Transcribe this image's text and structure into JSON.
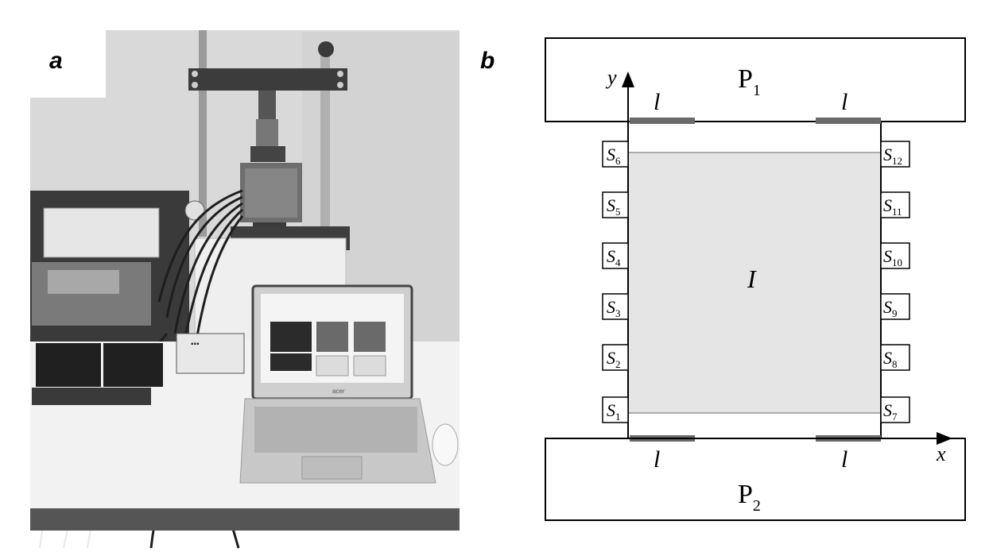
{
  "panels": {
    "left_label": "a",
    "right_label": "b"
  },
  "laptop_brand": "acer",
  "diagram": {
    "plates": {
      "top": "P",
      "top_sub": "1",
      "bottom": "P",
      "bottom_sub": "2"
    },
    "sample_label": "I",
    "axis": {
      "x": "x",
      "y": "y"
    },
    "contact_label": "l",
    "sensors_left": [
      {
        "letter": "S",
        "sub": "6"
      },
      {
        "letter": "S",
        "sub": "5"
      },
      {
        "letter": "S",
        "sub": "4"
      },
      {
        "letter": "S",
        "sub": "3"
      },
      {
        "letter": "S",
        "sub": "2"
      },
      {
        "letter": "S",
        "sub": "1"
      }
    ],
    "sensors_right": [
      {
        "letter": "S",
        "sub": "12"
      },
      {
        "letter": "S",
        "sub": "11"
      },
      {
        "letter": "S",
        "sub": "10"
      },
      {
        "letter": "S",
        "sub": "9"
      },
      {
        "letter": "S",
        "sub": "8"
      },
      {
        "letter": "S",
        "sub": "7"
      }
    ]
  }
}
